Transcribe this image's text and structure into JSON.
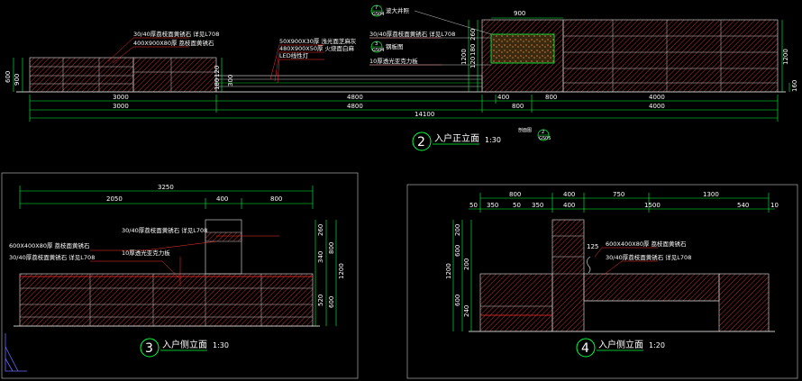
{
  "colors": {
    "dimension_line": "#00ff40",
    "outline": "#c8c8c8",
    "wall_hatch": "#c03030",
    "leader": "#ff3030",
    "text": "#ffffff",
    "stone": "#a05a28"
  },
  "elevation2": {
    "number": "2",
    "title": "入户正立面",
    "scale": "1:30",
    "top_dims": [
      "3000",
      "4800",
      "400",
      "800",
      "4000"
    ],
    "mid_dims": [
      "3000",
      "4800",
      "800",
      "4000"
    ],
    "total": "14100",
    "top_width": "900",
    "left_heights": [
      "600",
      "900"
    ],
    "mid_heights": [
      "180",
      "120",
      "300"
    ],
    "right_heights": [
      "1200",
      "160"
    ],
    "center_heights": [
      "260",
      "180",
      "120",
      "1200"
    ],
    "detail_tag_1": {
      "num": "7",
      "sheet": "GS04",
      "label": "波大井照"
    },
    "detail_tag_3": {
      "num": "3",
      "sheet": "GS04",
      "label": "钢板图"
    },
    "detail_tag_2": {
      "num": "2",
      "sheet": "GS05",
      "label": "剖面图"
    },
    "notes": [
      "30/40厚荔枝面黄锈石  详见L708",
      "400X900X80厚  荔枝面黄锈石",
      "50X900X30厚  浅光面芝麻灰",
      "480X900X50厚  火烧面白麻",
      "LED线性灯",
      "30/40厚荔枝面黄锈石  详见L708",
      "10厚透光亚克力板"
    ]
  },
  "elevation3": {
    "number": "3",
    "title": "入户侧立面",
    "scale": "1:30",
    "total": "3250",
    "dims": [
      "2050",
      "400",
      "800"
    ],
    "heights": [
      "260",
      "340",
      "520",
      "800",
      "600",
      "1200"
    ],
    "notes": [
      "30/40厚荔枝面黄锈石  详见L708",
      "600X400X80厚  荔枝面黄锈石",
      "30/40厚荔枝面黄锈石  详见L708",
      "10厚透光亚克力板"
    ]
  },
  "elevation4": {
    "number": "4",
    "title": "入户侧立面",
    "scale": "1:20",
    "top_dims": [
      "800",
      "400",
      "750",
      "1300"
    ],
    "sub_dims": [
      "50",
      "350",
      "50",
      "350",
      "400",
      "1500",
      "540",
      "10"
    ],
    "heights": [
      "200",
      "600",
      "600",
      "200",
      "240",
      "1200"
    ],
    "note_r": "125",
    "notes": [
      "600X400X80厚  荔枝面黄锈石",
      "30/40厚荔枝面黄锈石  详见L708"
    ]
  }
}
